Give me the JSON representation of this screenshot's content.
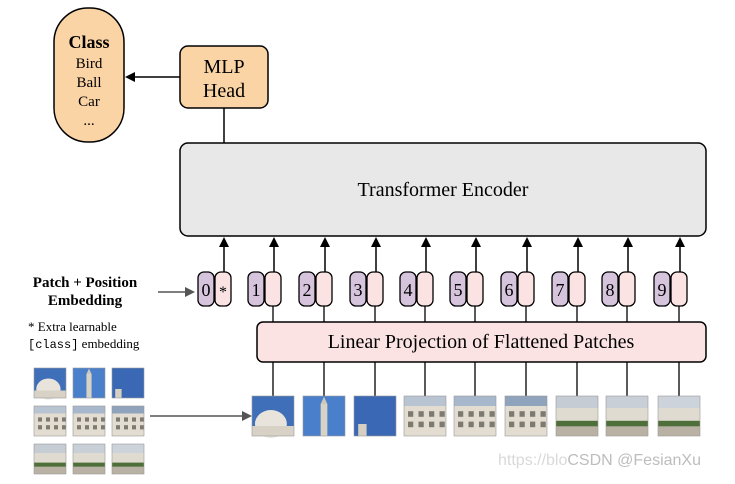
{
  "class_box": {
    "title": "Class",
    "items": [
      "Bird",
      "Ball",
      "Car",
      "..."
    ]
  },
  "mlp_head": {
    "line1": "MLP",
    "line2": "Head"
  },
  "transformer_encoder": {
    "label": "Transformer Encoder"
  },
  "patch_embedding": {
    "line1": "Patch + Position",
    "line2": "Embedding"
  },
  "extra_note": {
    "line1": "* Extra learnable",
    "code": "[class]",
    "rest": " embedding"
  },
  "linear_projection": {
    "label": "Linear Projection of Flattened Patches"
  },
  "tokens": [
    "0",
    "1",
    "2",
    "3",
    "4",
    "5",
    "6",
    "7",
    "8",
    "9"
  ],
  "class_marker": "*",
  "watermark": {
    "url": "https://blo",
    "brand": "CSDN @FesianXu"
  },
  "colors": {
    "class_fill": "#fbd4a6",
    "mlp_fill": "#fbd4a6",
    "encoder_fill": "#e8e8e8",
    "projection_fill": "#fbe3e3",
    "position_fill": "#d6c4dc",
    "patch_token_fill": "#fbe3e3"
  },
  "patch_images": [
    {
      "name": "patch-image-1",
      "sky": "#3f6fb8",
      "subject": "dome"
    },
    {
      "name": "patch-image-2",
      "sky": "#4a7fcb",
      "subject": "tower"
    },
    {
      "name": "patch-image-3",
      "sky": "#3b68b4",
      "subject": "sky"
    },
    {
      "name": "patch-image-4",
      "sky": "#b9c4d2",
      "subject": "facade"
    },
    {
      "name": "patch-image-5",
      "sky": "#a8b8cc",
      "subject": "facade"
    },
    {
      "name": "patch-image-6",
      "sky": "#8fa3bd",
      "subject": "facade"
    },
    {
      "name": "patch-image-7",
      "sky": "#c6ccd4",
      "subject": "ground"
    },
    {
      "name": "patch-image-8",
      "sky": "#c9cfd6",
      "subject": "ground"
    },
    {
      "name": "patch-image-9",
      "sky": "#cdd3da",
      "subject": "ground"
    }
  ]
}
